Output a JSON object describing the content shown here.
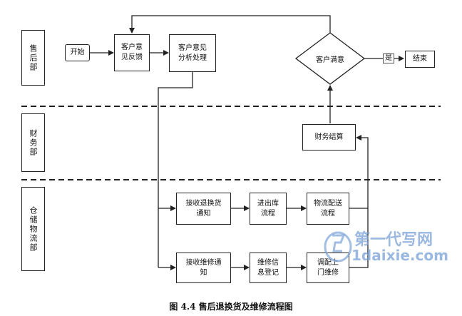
{
  "lanes": {
    "after_sales": "售后部",
    "finance": "财务部",
    "warehouse": "仓储物流部"
  },
  "nodes": {
    "start": "开始",
    "feedback": [
      "客户意",
      "见反馈"
    ],
    "analysis": [
      "客户意见",
      "分析处理"
    ],
    "satisfied": "客户满意",
    "yes": "是",
    "end": "结束",
    "settlement": "财务结算",
    "return_notice": [
      "接收退换货",
      "通知"
    ],
    "inout": [
      "进出库",
      "流程"
    ],
    "logistics": [
      "物流配送",
      "流程"
    ],
    "repair_notice": [
      "接收维修通",
      "知"
    ],
    "repair_register": [
      "维修信",
      "息登记"
    ],
    "dispatch": [
      "调配上",
      "门维修"
    ]
  },
  "caption": "图 4.4  售后退换货及维修流程图",
  "watermark": {
    "main": "第一代写网",
    "sub": "1daixie.com"
  },
  "colors": {
    "line": "#222222",
    "watermark": "#7aa2d6"
  }
}
